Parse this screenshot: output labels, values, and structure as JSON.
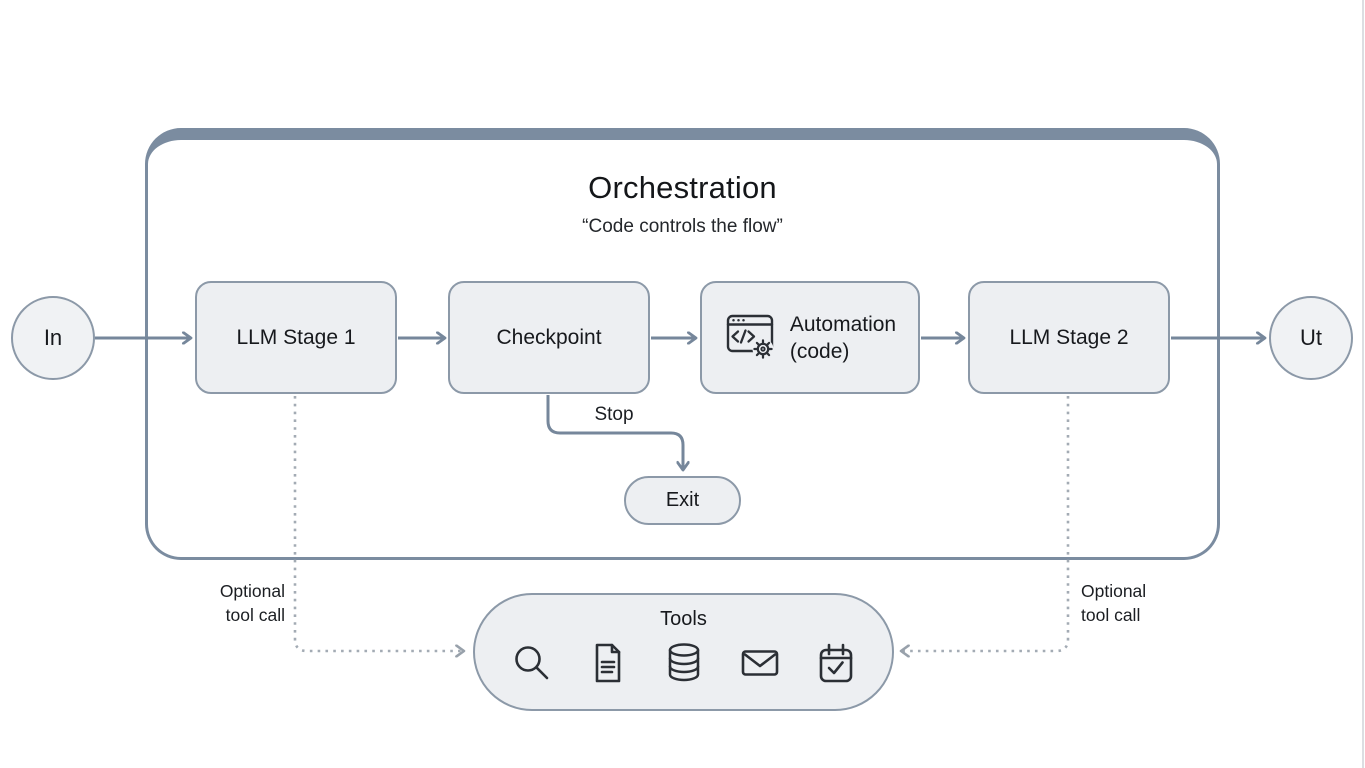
{
  "diagram": {
    "title": "Orchestration",
    "subtitle": "“Code controls the flow”",
    "nodes": {
      "input": "In",
      "llm_stage_1": "LLM Stage 1",
      "checkpoint": "Checkpoint",
      "automation_line1": "Automation",
      "automation_line2": "(code)",
      "llm_stage_2": "LLM Stage 2",
      "output": "Ut",
      "exit": "Exit",
      "tools": "Tools"
    },
    "labels": {
      "stop": "Stop",
      "optional_left": "Optional\ntool call",
      "optional_right": "Optional\ntool call"
    },
    "icons": [
      "search-icon",
      "document-icon",
      "database-icon",
      "mail-icon",
      "calendar-check-icon",
      "code-window-gear-icon"
    ],
    "colors": {
      "background": "#ffffff",
      "container_border": "#7b8ca0",
      "node_fill": "#edeff2",
      "node_border": "#8c99a8",
      "arrow": "#76879b",
      "dotted_line": "#a3abb4",
      "text": "#1b1e22",
      "icon_stroke": "#2b2f35"
    }
  }
}
